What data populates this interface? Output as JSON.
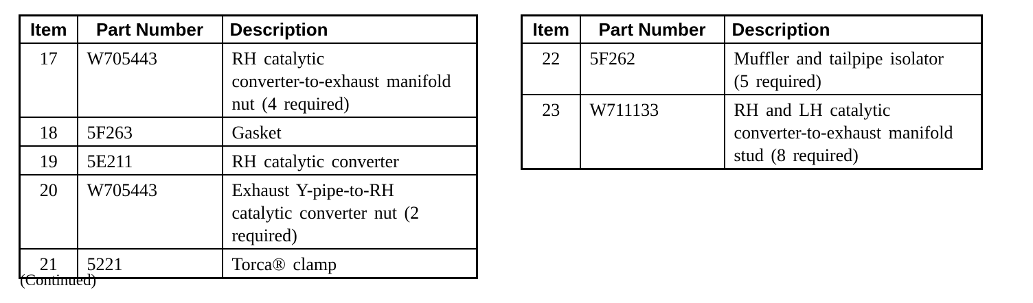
{
  "page": {
    "continued_label": "(Continued)"
  },
  "tables": [
    {
      "name": "parts-table-left",
      "headers": [
        "Item",
        "Part Number",
        "Description"
      ],
      "rows": [
        {
          "item": "17",
          "part_number": "W705443",
          "description": "RH catalytic\nconverter-to-exhaust manifold\nnut (4 required)"
        },
        {
          "item": "18",
          "part_number": "5F263",
          "description": "Gasket"
        },
        {
          "item": "19",
          "part_number": "5E211",
          "description": "RH catalytic converter"
        },
        {
          "item": "20",
          "part_number": "W705443",
          "description": "Exhaust Y-pipe-to-RH\ncatalytic converter nut (2\nrequired)"
        },
        {
          "item": "21",
          "part_number": "5221",
          "description": "Torca® clamp"
        }
      ]
    },
    {
      "name": "parts-table-right",
      "headers": [
        "Item",
        "Part Number",
        "Description"
      ],
      "rows": [
        {
          "item": "22",
          "part_number": "5F262",
          "description": "Muffler and tailpipe isolator\n(5 required)"
        },
        {
          "item": "23",
          "part_number": "W711133",
          "description": "RH and LH catalytic\nconverter-to-exhaust manifold\nstud (8 required)"
        }
      ]
    }
  ]
}
